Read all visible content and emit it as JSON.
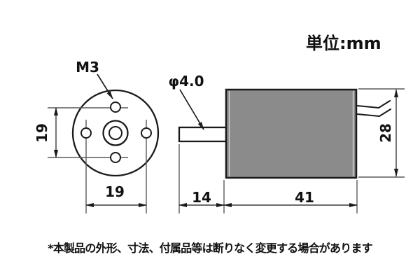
{
  "title": {
    "unit_label": "単位:mm"
  },
  "front_view": {
    "thread_label": "M3",
    "bolt_spacing_vertical": "19",
    "bolt_spacing_horizontal": "19"
  },
  "side_view": {
    "shaft_diameter_label": "φ4.0",
    "shaft_length": "14",
    "body_length": "41",
    "body_height": "28"
  },
  "footer": {
    "note": "*本製品の外形、寸法、付属品等は断りなく変更する場合があります"
  },
  "colors": {
    "background": "#ffffff",
    "body_fill": "#8b8b8b",
    "outline": "#1a1a1a",
    "dim_line": "#3a3a3a",
    "text": "#111111"
  }
}
